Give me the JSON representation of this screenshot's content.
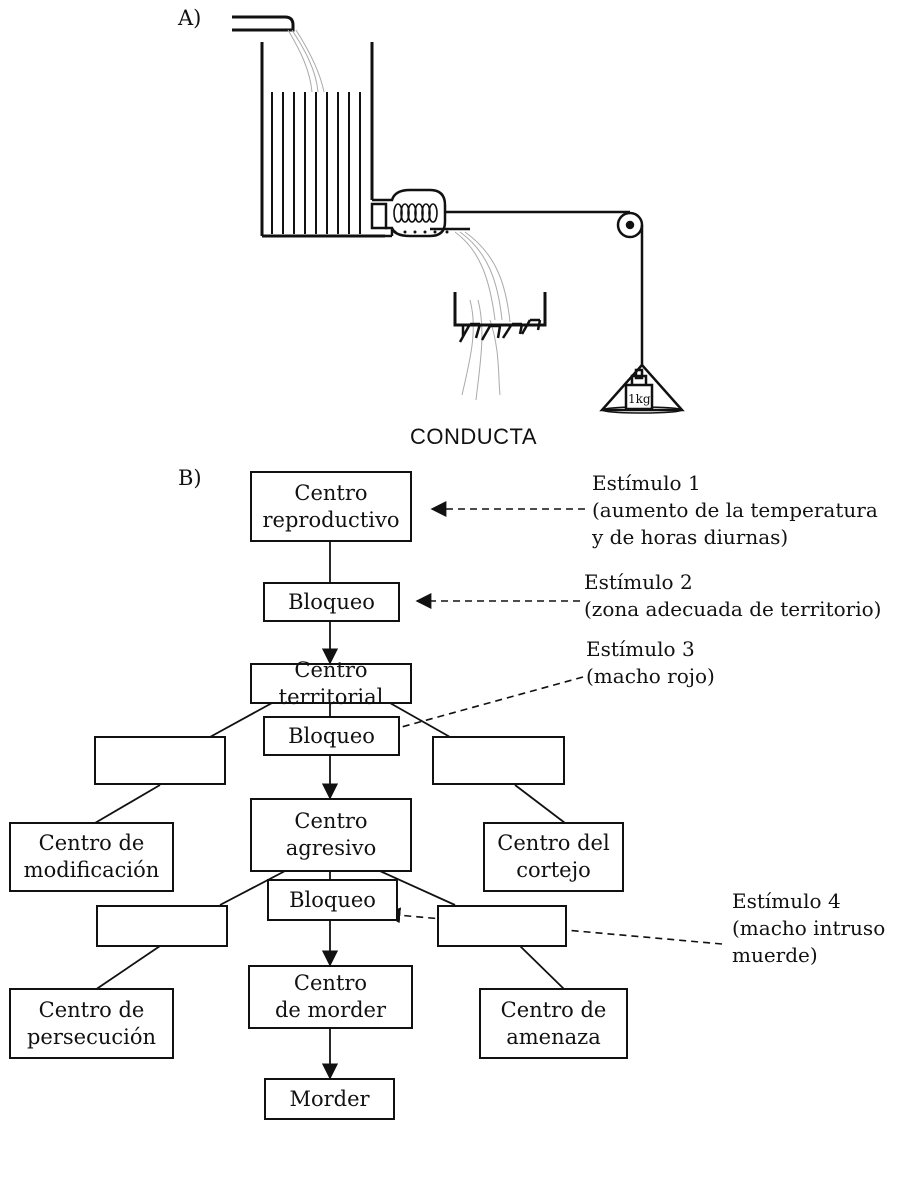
{
  "panel_a": {
    "label": "A)",
    "caption": "CONDUCTA",
    "weight_label": "1kg"
  },
  "panel_b": {
    "label": "B)",
    "boxes": {
      "reproductive_center": "Centro\nreproductivo",
      "block_1": "Bloqueo",
      "territorial_center": "Centro\nterritorial",
      "empty_left_1": "",
      "block_2": "Bloqueo",
      "empty_right_1": "",
      "modification_center": "Centro de\nmodificación",
      "aggressive_center": "Centro\nagresivo",
      "courtship_center": "Centro del\ncortejo",
      "empty_left_2": "",
      "block_3": "Bloqueo",
      "empty_right_2": "",
      "pursuit_center": "Centro de\npersecución",
      "bite_center": "Centro\nde morder",
      "threat_center": "Centro de\namenaza",
      "bite": "Morder"
    },
    "stimuli": {
      "stimulus_1": "Estímulo 1\n(aumento de la temperatura\ny de horas diurnas)",
      "stimulus_2": "Estímulo 2\n(zona adecuada de territorio)",
      "stimulus_3": "Estímulo 3\n(macho rojo)",
      "stimulus_4": "Estímulo 4\n(macho intruso\nmuerde)"
    }
  }
}
